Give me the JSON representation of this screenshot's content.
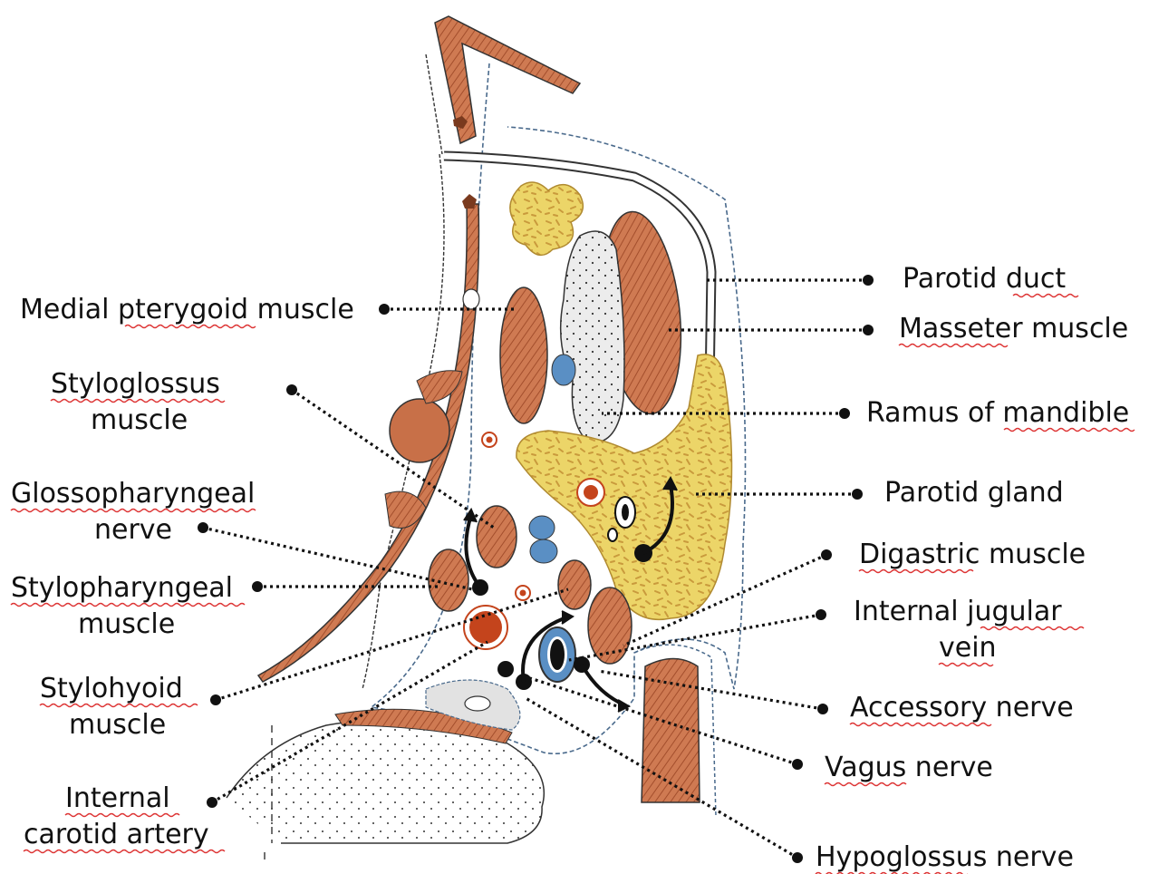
{
  "labels": {
    "parotid_duct": "Parotid duct",
    "masseter_muscle": "Masseter muscle",
    "ramus_of_mandible": "Ramus of mandible",
    "parotid_gland": "Parotid gland",
    "digastric_muscle": "Digastric muscle",
    "internal_jugular_vein_1": "Internal jugular",
    "internal_jugular_vein_2": "vein",
    "accessory_nerve": "Accessory nerve",
    "vagus_nerve": "Vagus nerve",
    "hypoglossus_nerve": "Hypoglossus nerve",
    "medial_pterygoid_muscle": "Medial pterygoid muscle",
    "styloglossus_muscle_1": "Styloglossus",
    "styloglossus_muscle_2": "muscle",
    "glossopharyngeal_nerve_1": "Glossopharyngeal",
    "glossopharyngeal_nerve_2": "nerve",
    "stylopharyngeal_muscle_1": "Stylopharyngeal",
    "stylopharyngeal_muscle_2": "muscle",
    "stylohyoid_muscle_1": "Stylohyoid",
    "stylohyoid_muscle_2": "muscle",
    "internal_carotid_artery_1": "Internal",
    "internal_carotid_artery_2": "carotid artery"
  },
  "colors": {
    "muscle": "#c87048",
    "muscle_hatch": "#a34e2c",
    "gland": "#ecd568",
    "gland_speckle": "#c99a3c",
    "bone": "#e2e2e2",
    "vein": "#5a8fc4",
    "artery": "#c4441c",
    "outline_blue": "#4a6a8c",
    "text": "#111111"
  }
}
